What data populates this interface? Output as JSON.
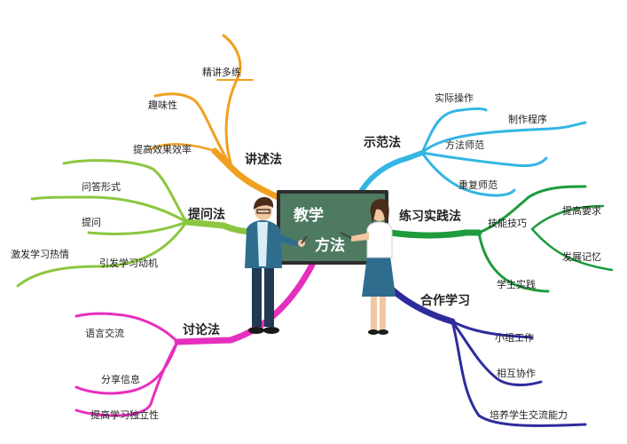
{
  "center": {
    "line1": "教学",
    "line2": "方法"
  },
  "colors": {
    "lecture": "#f0a020",
    "question": "#8cc63f",
    "discussion": "#e62fbe",
    "demo": "#34b6e4",
    "practice": "#1e9b3c",
    "coop": "#2e2c9c",
    "board": "#4d7a61",
    "board_frame": "#2d2d2d"
  },
  "branches": {
    "lecture": {
      "label": "讲述法",
      "leaves": [
        "精讲多练",
        "趣味性",
        "提高效果效率"
      ]
    },
    "question": {
      "label": "提问法",
      "leaves": [
        "问答形式",
        "提问",
        "激发学习热情",
        "引发学习动机"
      ]
    },
    "discussion": {
      "label": "讨论法",
      "leaves": [
        "语言交流",
        "分享信息",
        "提高学习独立性"
      ]
    },
    "demo": {
      "label": "示范法",
      "leaves": [
        "实际操作",
        "制作程序",
        "方法师范",
        "重复师范"
      ]
    },
    "practice": {
      "label": "练习实践法",
      "leaves": [
        "技能技巧",
        "提高要求",
        "发展记忆",
        "学生实践"
      ]
    },
    "coop": {
      "label": "合作学习",
      "leaves": [
        "小组工作",
        "相互协作",
        "培养学生交流能力"
      ]
    }
  }
}
